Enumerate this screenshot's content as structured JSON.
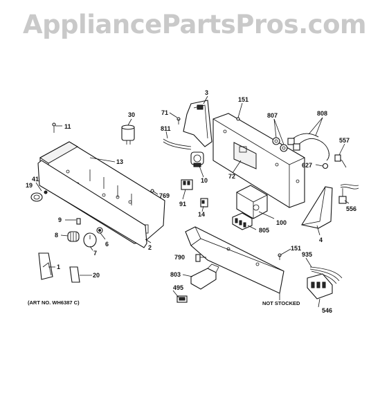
{
  "watermark": "AppliancePartsPros.com",
  "callouts": [
    "3",
    "151",
    "807",
    "808",
    "30",
    "71",
    "811",
    "11",
    "557",
    "627",
    "72",
    "13",
    "41",
    "19",
    "769",
    "10",
    "91",
    "556",
    "14",
    "100",
    "805",
    "9",
    "4",
    "8",
    "6",
    "7",
    "2",
    "790",
    "151",
    "935",
    "1",
    "803",
    "20",
    "495",
    "546"
  ],
  "labels": {
    "art_no": "(ART NO. WH6387 C)",
    "not_stocked": "NOT STOCKED"
  }
}
